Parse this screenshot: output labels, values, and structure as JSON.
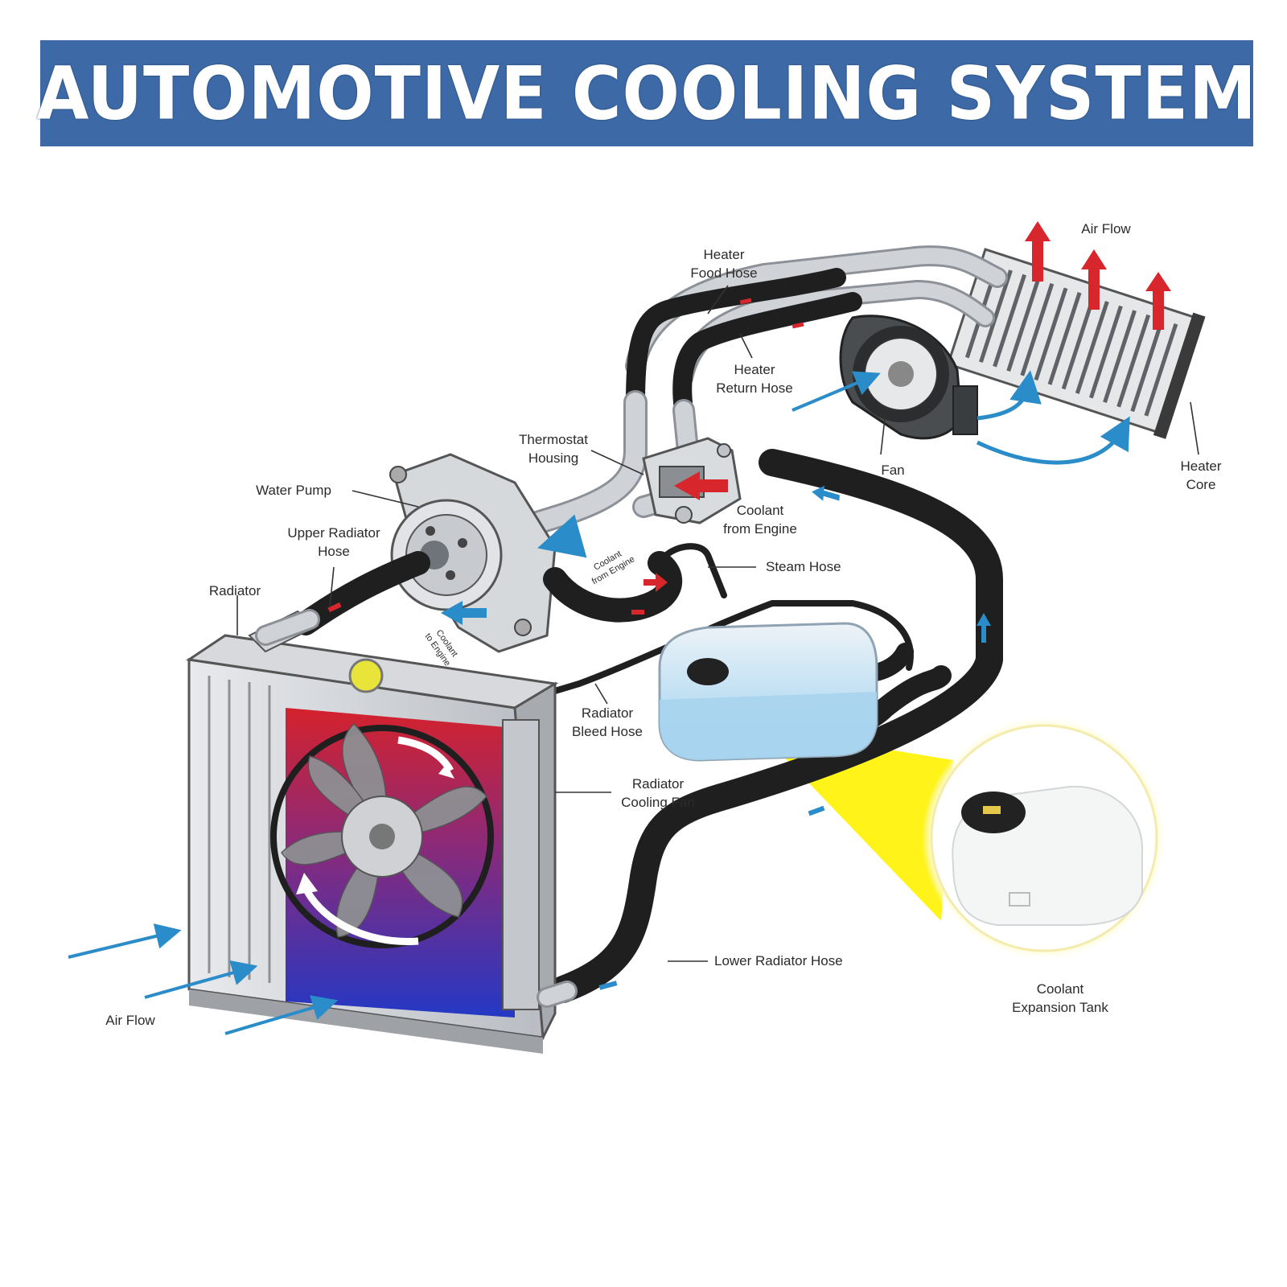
{
  "header": {
    "title": "AUTOMOTIVE COOLING SYSTEM"
  },
  "labels": {
    "heater_feed_hose": [
      "Heater",
      "Food Hose"
    ],
    "heater_return_hose": [
      "Heater",
      "Return Hose"
    ],
    "air_flow_top": "Air Flow",
    "thermostat_housing": [
      "Thermostat",
      "Housing"
    ],
    "water_pump": "Water Pump",
    "fan": "Fan",
    "heater_core": [
      "Heater",
      "Core"
    ],
    "coolant_from_engine": [
      "Coolant",
      "from Engine"
    ],
    "upper_radiator_hose": [
      "Upper Radiator",
      "Hose"
    ],
    "coolant_from_engine_small": [
      "Coolant",
      "from Engine"
    ],
    "steam_hose": "Steam Hose",
    "radiator": "Radiator",
    "coolant_to_engine": [
      "Coolant",
      "to Engine"
    ],
    "radiator_bleed_hose": [
      "Radiator",
      "Bleed Hose"
    ],
    "radiator_cooling_fan": [
      "Radiator",
      "Cooling Fan"
    ],
    "lower_radiator_hose": "Lower Radiator Hose",
    "coolant_expansion_tank": [
      "Coolant",
      "Expansion Tank"
    ],
    "air_flow_bottom": "Air Flow"
  },
  "colors": {
    "banner": "#3d6aa6",
    "hose": "#1f1f1f",
    "hot_arrow": "#d8262d",
    "cold_arrow": "#2a8cc8",
    "coolant": "#a8d4ee",
    "highlight": "#fff200"
  }
}
